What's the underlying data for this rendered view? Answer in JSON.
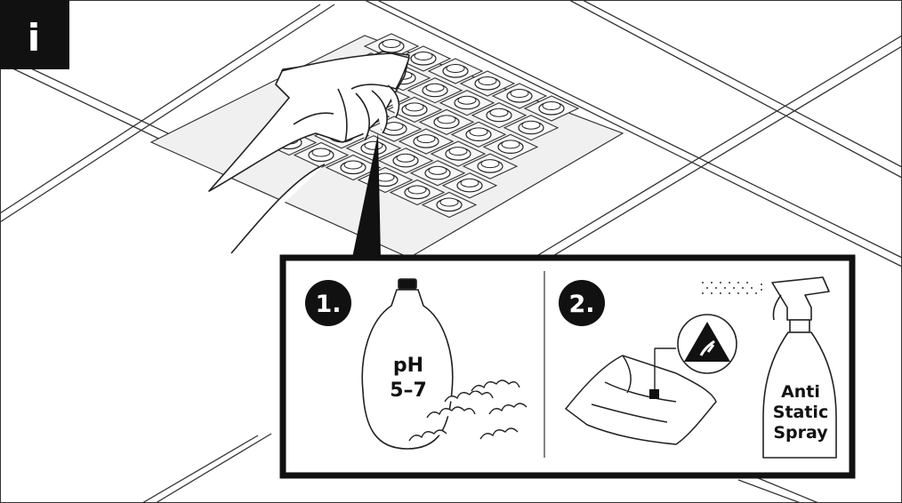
{
  "info_badge": {
    "symbol": "i"
  },
  "steps": [
    {
      "number": "1.",
      "label_line1": "pH",
      "label_line2": "5–7",
      "icon": "detergent-bottle-icon"
    },
    {
      "number": "2.",
      "label_line1": "Anti",
      "label_line2": "Static",
      "label_line3": "Spray",
      "icon": "spray-bottle-icon"
    }
  ],
  "colors": {
    "badge": "#111111",
    "pad": "#f0f0f0",
    "line": "#222222"
  }
}
